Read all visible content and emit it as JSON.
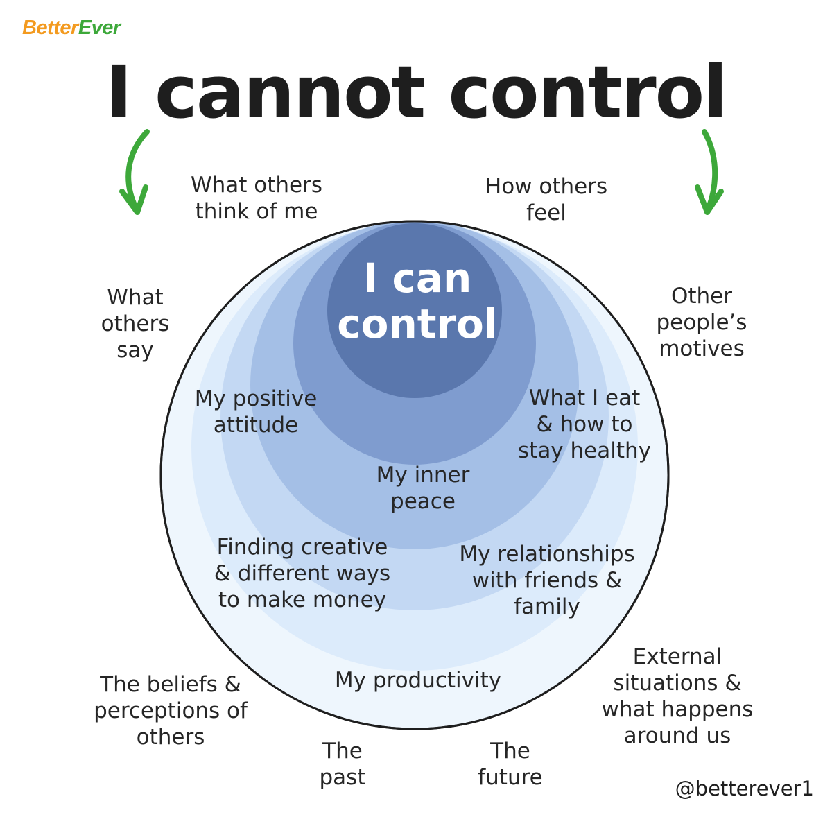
{
  "brand": {
    "part1": "Better",
    "part2": "Ever",
    "part1_color": "#f39a1f",
    "part2_color": "#3da83a"
  },
  "title": "I cannot control",
  "center": "I can\ncontrol",
  "arrows": {
    "color": "#3da83a",
    "icon": "curved-down-arrow-icon"
  },
  "rings": {
    "colors": [
      "#eef6fd",
      "#dcebfb",
      "#c3d8f3",
      "#a4bfe6",
      "#7f9ccf",
      "#5a77ad"
    ]
  },
  "outside_labels": {
    "others_think": "What others\nthink of me",
    "others_feel": "How others\nfeel",
    "others_say": "What\nothers\nsay",
    "others_motives": "Other\npeople’s\nmotives",
    "beliefs": "The beliefs &\nperceptions of\nothers",
    "past": "The\npast",
    "future": "The\nfuture",
    "external": "External\nsituations &\nwhat happens\naround us"
  },
  "inside_labels": {
    "attitude": "My positive\nattitude",
    "eat": "What I eat\n& how to\nstay healthy",
    "peace": "My inner\npeace",
    "money": "Finding creative\n& different ways\nto make money",
    "relationships": "My relationships\nwith friends &\nfamily",
    "productivity": "My productivity"
  },
  "handle": "@betterever1"
}
